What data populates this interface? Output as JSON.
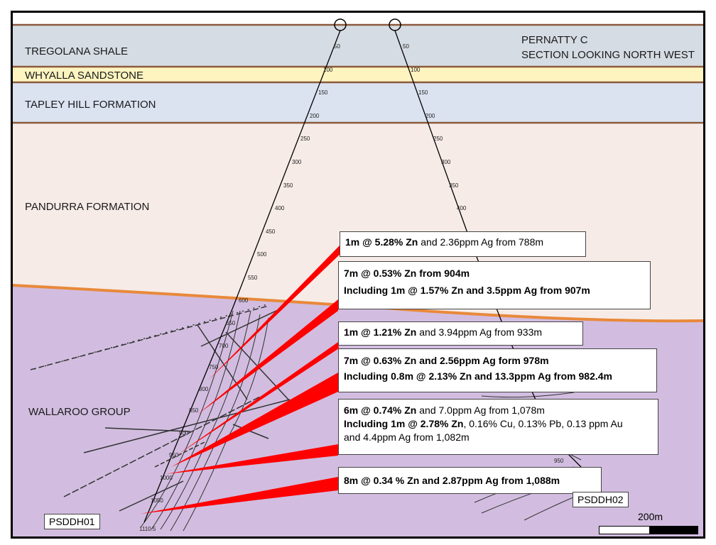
{
  "title": {
    "line1": "PERNATTY C",
    "line2": "SECTION LOOKING NORTH WEST"
  },
  "layers": {
    "tregolana": "TREGOLANA SHALE",
    "whyalla": "WHYALLA SANDSTONE",
    "tapley": "TAPLEY HILL FORMATION",
    "pandurra": "PANDURRA FORMATION",
    "wallaroo": "WALLAROO GROUP"
  },
  "colors": {
    "shale": "#d6dce4",
    "sandstone": "#fdf4c0",
    "tapley": "#dbe3f1",
    "pandurra": "#f6ebe7",
    "wallaroo": "#d2bde0",
    "unconformity": "#e8893a",
    "contact": "#8b5a3c",
    "intercept": "#ff0000"
  },
  "holes": {
    "h1_label": "PSDDH01",
    "h2_label": "PSDDH02",
    "h1_end_depth": "1110.5"
  },
  "depth_ticks_h1": [
    "50",
    "100",
    "150",
    "200",
    "250",
    "300",
    "350",
    "400",
    "450",
    "500",
    "550",
    "600",
    "650",
    "700",
    "750",
    "800",
    "850",
    "900",
    "950",
    "1000",
    "1050"
  ],
  "depth_ticks_h2": [
    "50",
    "100",
    "150",
    "200",
    "250",
    "300",
    "350",
    "400",
    "950"
  ],
  "intercepts": [
    {
      "bold1": "1m @ 5.28% Zn",
      "rest1": " and 2.36ppm Ag from 788m"
    },
    {
      "bold1": "7m @ 0.53% Zn from 904m",
      "line2_bold": "Including 1m @ 1.57% Zn and 3.5ppm Ag from 907m"
    },
    {
      "bold1": "1m @ 1.21% Zn",
      "rest1": " and 3.94ppm Ag from 933m"
    },
    {
      "bold1": "7m @ 0.63% Zn and 2.56ppm Ag form 978m",
      "line2_bold": "Including 0.8m @ 2.13% Zn and 13.3ppm Ag from 982.4m"
    },
    {
      "bold1": "6m @ 0.74% Zn",
      "rest1": " and 7.0ppm Ag from 1,078m",
      "line2_bold": "Including 1m @ 2.78% Zn",
      "line2_rest": ", 0.16% Cu, 0.13% Pb, 0.13 ppm Au",
      "line3": "and 4.4ppm Ag from 1,082m"
    },
    {
      "bold1": "8m @ 0.34 % Zn and 2.87ppm Ag from 1,088m"
    }
  ],
  "scale": {
    "label": "200m"
  }
}
